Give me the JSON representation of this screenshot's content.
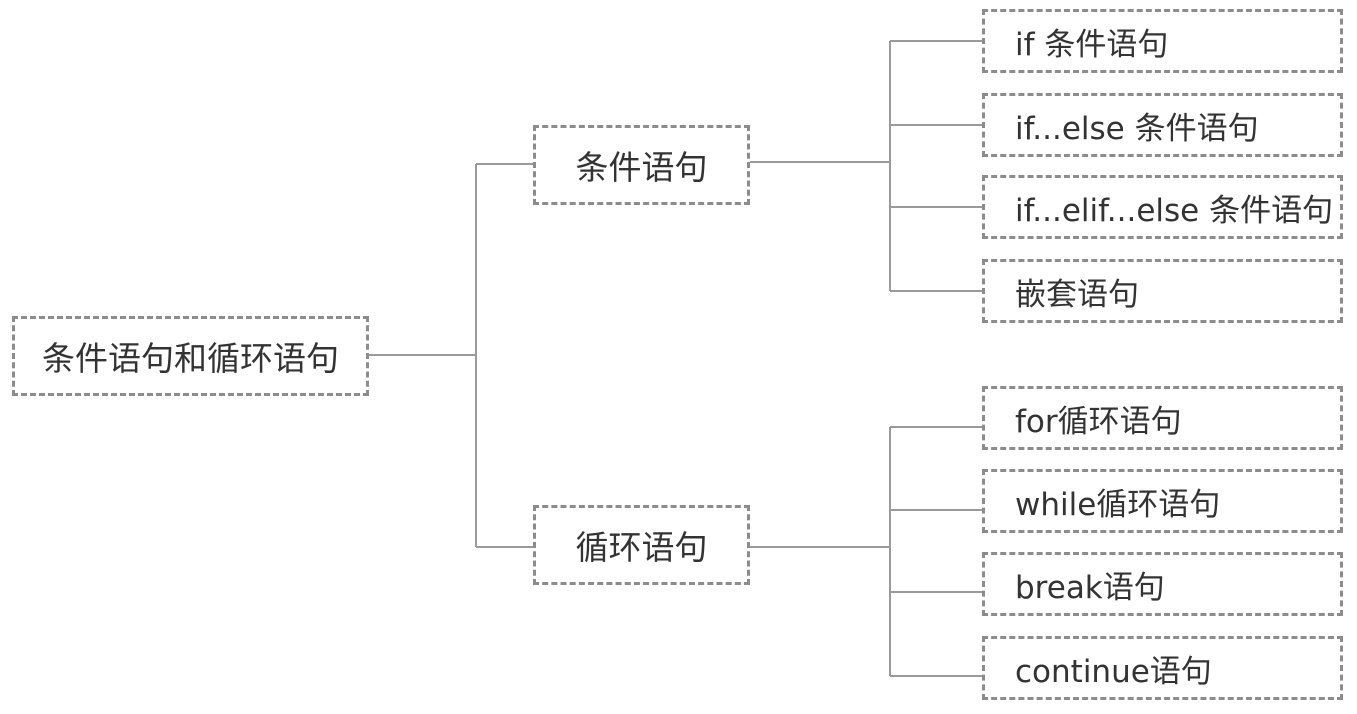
{
  "root": {
    "label": "条件语句和循环语句"
  },
  "branches": [
    {
      "label": "条件语句",
      "children": [
        "if 条件语句",
        "if...else 条件语句",
        "if...elif...else 条件语句",
        "嵌套语句"
      ]
    },
    {
      "label": "循环语句",
      "children": [
        "for循环语句",
        "while循环语句",
        "break语句",
        "continue语句"
      ]
    }
  ]
}
